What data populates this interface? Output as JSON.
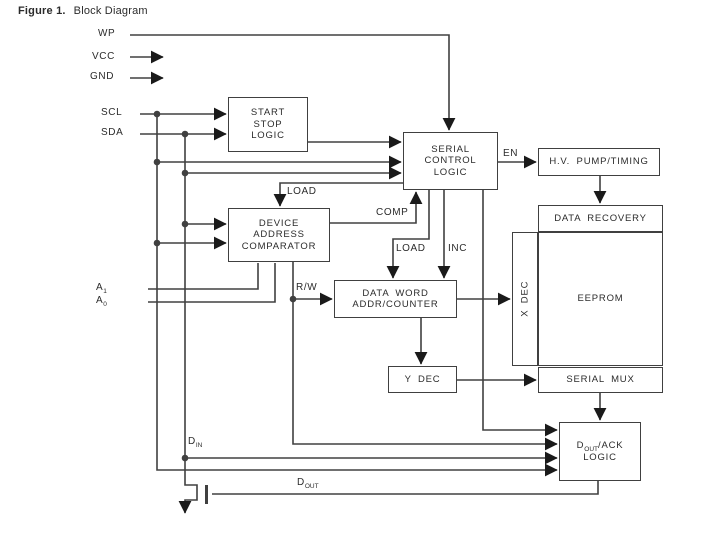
{
  "title": {
    "figure": "Figure 1.",
    "name": "Block Diagram"
  },
  "signals": {
    "wp": "WP",
    "vcc": "VCC",
    "gnd": "GND",
    "scl": "SCL",
    "sda": "SDA",
    "a1": {
      "base": "A",
      "sub": "1"
    },
    "a0": {
      "base": "A",
      "sub": "0"
    },
    "din": {
      "base": "D",
      "sub": "IN"
    },
    "dout": {
      "base": "D",
      "sub": "OUT"
    }
  },
  "wire_labels": {
    "en": "EN",
    "load_device": "LOAD",
    "comp": "COMP",
    "load_word": "LOAD",
    "inc": "INC",
    "rw": "R/W"
  },
  "blocks": {
    "start_stop": {
      "lines": [
        "START",
        "STOP",
        "LOGIC"
      ]
    },
    "serial_control": {
      "lines": [
        "SERIAL",
        "CONTROL",
        "LOGIC"
      ]
    },
    "hv_pump": {
      "lines": [
        "H.V. PUMP/TIMING"
      ]
    },
    "data_recovery": {
      "lines": [
        "DATA RECOVERY"
      ]
    },
    "x_dec": {
      "lines": [
        "X DEC"
      ]
    },
    "eeprom": {
      "lines": [
        "EEPROM"
      ]
    },
    "serial_mux": {
      "lines": [
        "SERIAL MUX"
      ]
    },
    "device_address_comparator": {
      "lines": [
        "DEVICE",
        "ADDRESS",
        "COMPARATOR"
      ]
    },
    "data_word_addr_counter": {
      "lines": [
        "DATA WORD",
        "ADDR/COUNTER"
      ]
    },
    "y_dec": {
      "lines": [
        "Y DEC"
      ]
    },
    "dout_ack": {
      "base": "D",
      "sub": "OUT",
      "rest": "/ACK",
      "line2": "LOGIC"
    }
  },
  "colors": {
    "line": "#404040",
    "text": "#2b2b2b",
    "arrow": "#1a1a1a",
    "background": "#ffffff"
  }
}
